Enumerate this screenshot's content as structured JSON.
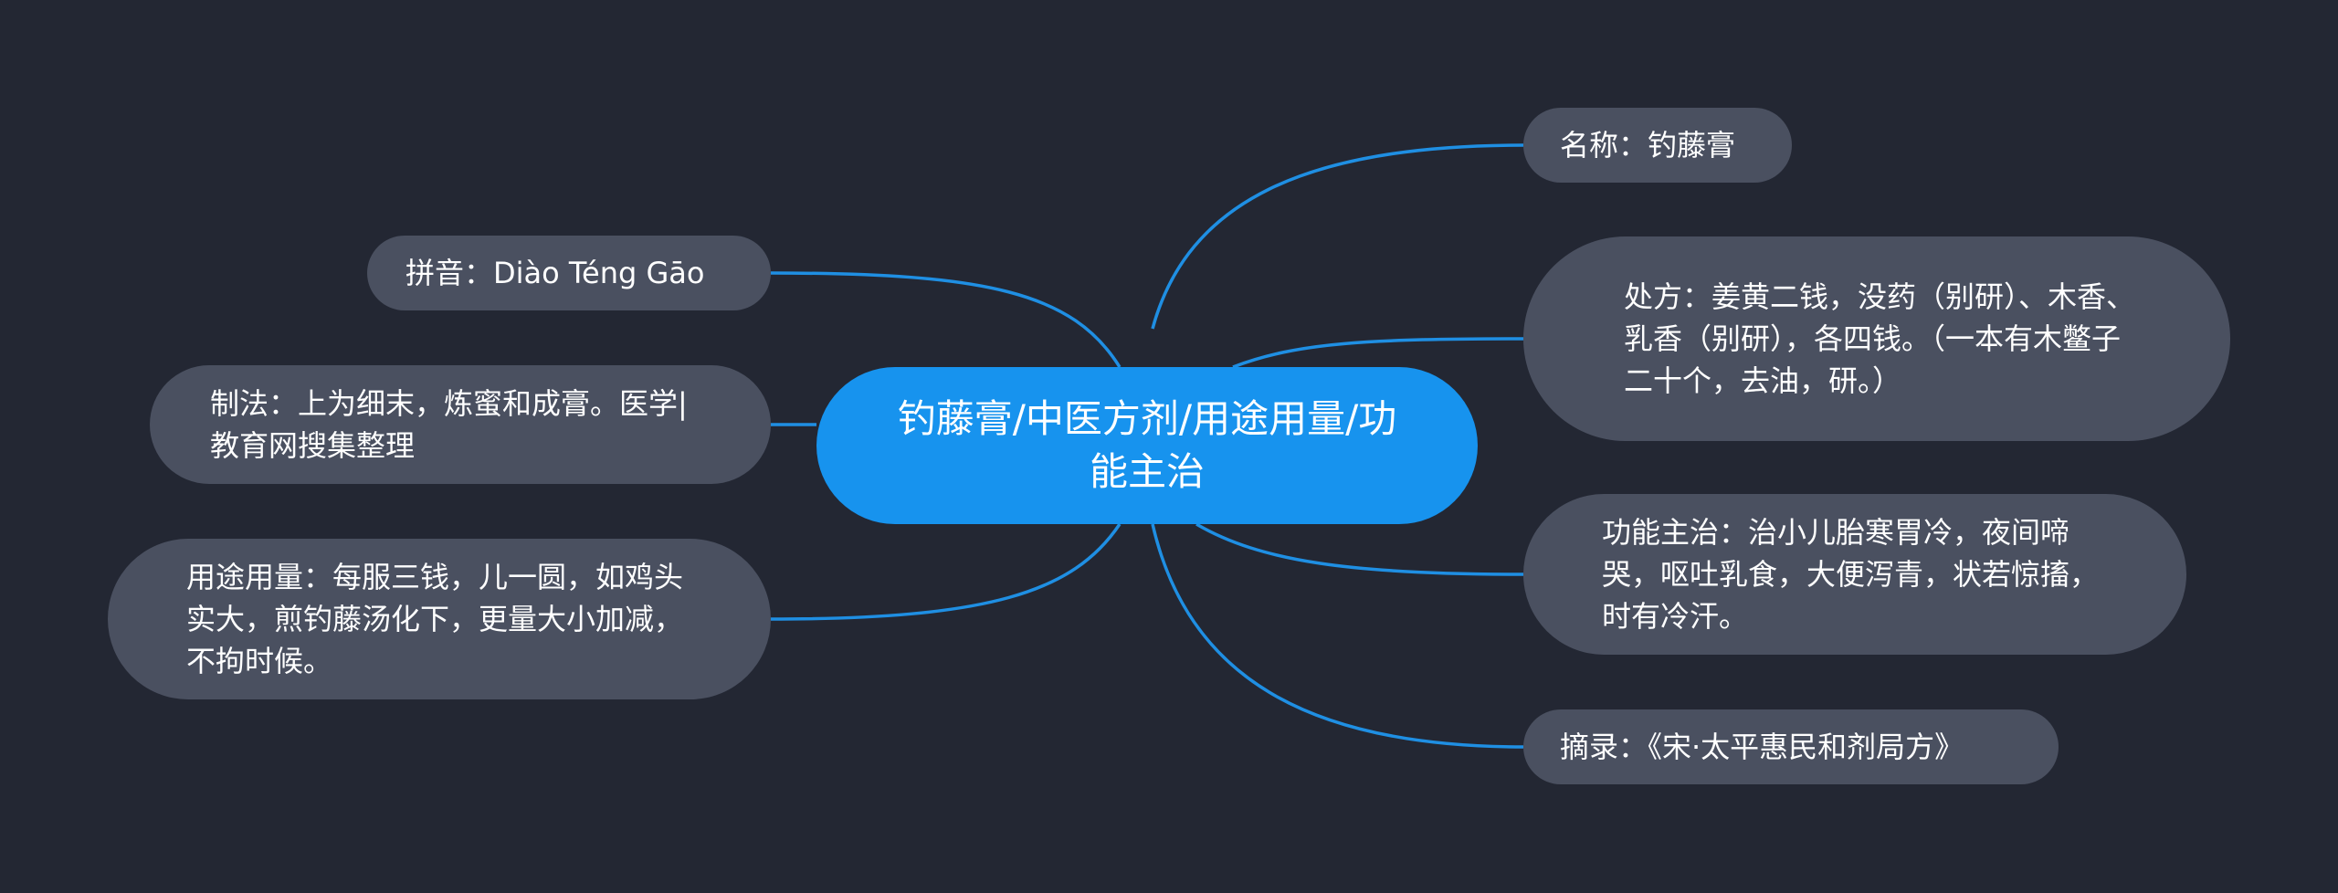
{
  "diagram": {
    "root": {
      "label": "钓藤膏/中医方剂/用途用量/功能主治"
    },
    "right_nodes": [
      {
        "key": "name",
        "label": "名称：钓藤膏"
      },
      {
        "key": "recipe",
        "label": "处方：姜黄二钱，没药（别研）、木香、乳香（别研），各四钱。（一本有木鳖子二十个，去油，研。）"
      },
      {
        "key": "func",
        "label": "功能主治：治小儿胎寒胃冷，夜间啼哭，呕吐乳食，大便泻青，状若惊搐，时有冷汗。"
      },
      {
        "key": "source",
        "label": "摘录：《宋·太平惠民和剂局方》"
      }
    ],
    "left_nodes": [
      {
        "key": "pinyin",
        "label": "拼音：Diào Téng Gāo"
      },
      {
        "key": "method",
        "label": "制法：上为细末，炼蜜和成膏。医学|教育网搜集整理"
      },
      {
        "key": "usage",
        "label": "用途用量：每服三钱，儿一圆，如鸡头实大，煎钓藤汤化下，更量大小加减，不拘时候。"
      }
    ]
  },
  "colors": {
    "background": "#232733",
    "root_fill": "#1793ee",
    "node_fill": "#4a5060",
    "link": "#1f8fe3",
    "text": "#ffffff"
  }
}
